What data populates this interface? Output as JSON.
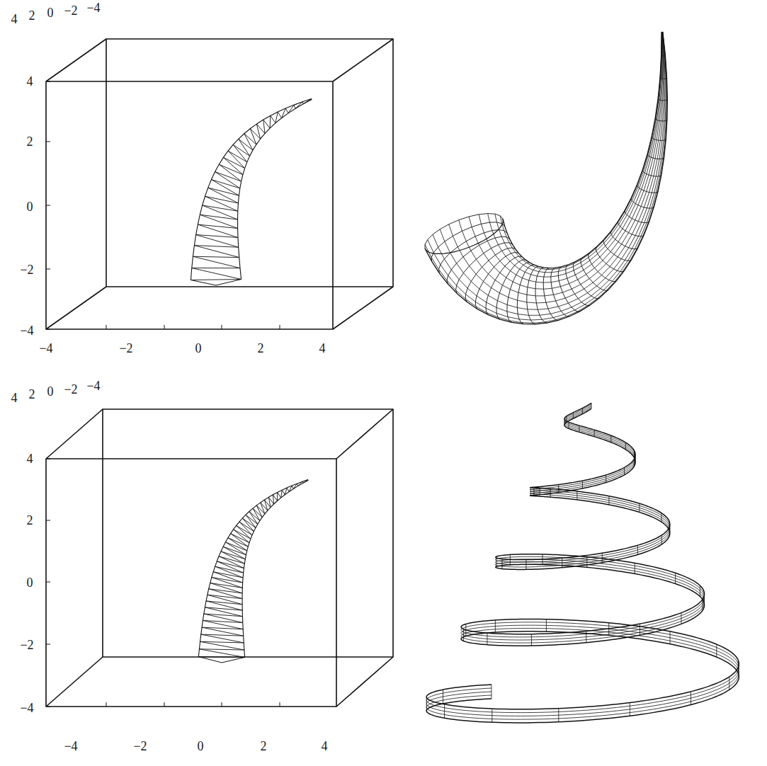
{
  "diagram": {
    "labels": [
      "4",
      "2",
      "0",
      "−2",
      "−4",
      "4",
      "2",
      "0",
      "−2",
      "−4",
      "−4",
      "−2",
      "0",
      "2",
      "4",
      "4",
      "2",
      "0",
      "−2",
      "−4",
      "4",
      "2",
      "0",
      "−2",
      "−4",
      "−4",
      "−2",
      "0",
      "2",
      "4"
    ]
  }
}
